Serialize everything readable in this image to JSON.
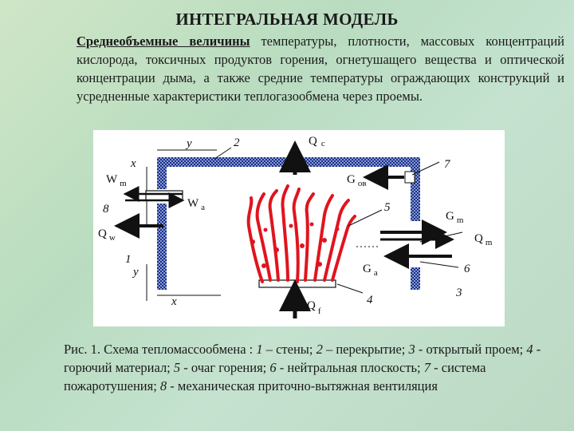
{
  "title": "ИНТЕГРАЛЬНАЯ МОДЕЛЬ",
  "intro": {
    "lead": "Среднеобъемные величины",
    "text": " температуры, плотности, массовых концентраций кислорода, токсичных продуктов горения, огнетушащего вещества и оптической концентрации дыма, а также средние температуры ограждающих конструкций и усредненные характеристики теплогазообмена через проемы."
  },
  "diagram": {
    "labels": {
      "y_top": "y",
      "x_left": "x",
      "x_bottom": "x",
      "y_left": "y",
      "wall_num": "1",
      "ceiling_num": "2",
      "opening_num": "3",
      "fuel_num": "4",
      "fire_num": "5",
      "neutral_num": "6",
      "suppression_num": "7",
      "vent_num": "8"
    },
    "flows": {
      "Qc": {
        "sym": "Q",
        "sub": "c"
      },
      "Gov": {
        "sym": "G",
        "sub": "ов"
      },
      "Wm": {
        "sym": "W",
        "sub": "m"
      },
      "Wa": {
        "sym": "W",
        "sub": "a"
      },
      "Qw": {
        "sym": "Q",
        "sub": "w"
      },
      "Gm": {
        "sym": "G",
        "sub": "m"
      },
      "Qm": {
        "sym": "Q",
        "sub": "m"
      },
      "Ga": {
        "sym": "G",
        "sub": "a"
      },
      "Qf": {
        "sym": "Q",
        "sub": "f"
      }
    },
    "colors": {
      "wall": "#0a1f7a",
      "wall_fill": "#7d8fc7",
      "flame": "#e0141e",
      "arrow": "#111111"
    }
  },
  "caption": {
    "fig_label": "Рис. 1.",
    "line1": " Схема тепломассообмена : ",
    "items": [
      {
        "num": "1",
        "text": " – стены; "
      },
      {
        "num": "2",
        "text": " – перекрытие; "
      },
      {
        "num": "3",
        "text": " - открытый проем; "
      },
      {
        "num": "4",
        "text": " - горючий материал; "
      },
      {
        "num": "5",
        "text": " - очаг горения; "
      },
      {
        "num": "6",
        "text": " - нейтральная плоскость; "
      },
      {
        "num": "7",
        "text": " - система пожаротушения; "
      },
      {
        "num": "8",
        "text": " - механическая приточно-вытяжная вентиляция"
      }
    ]
  }
}
